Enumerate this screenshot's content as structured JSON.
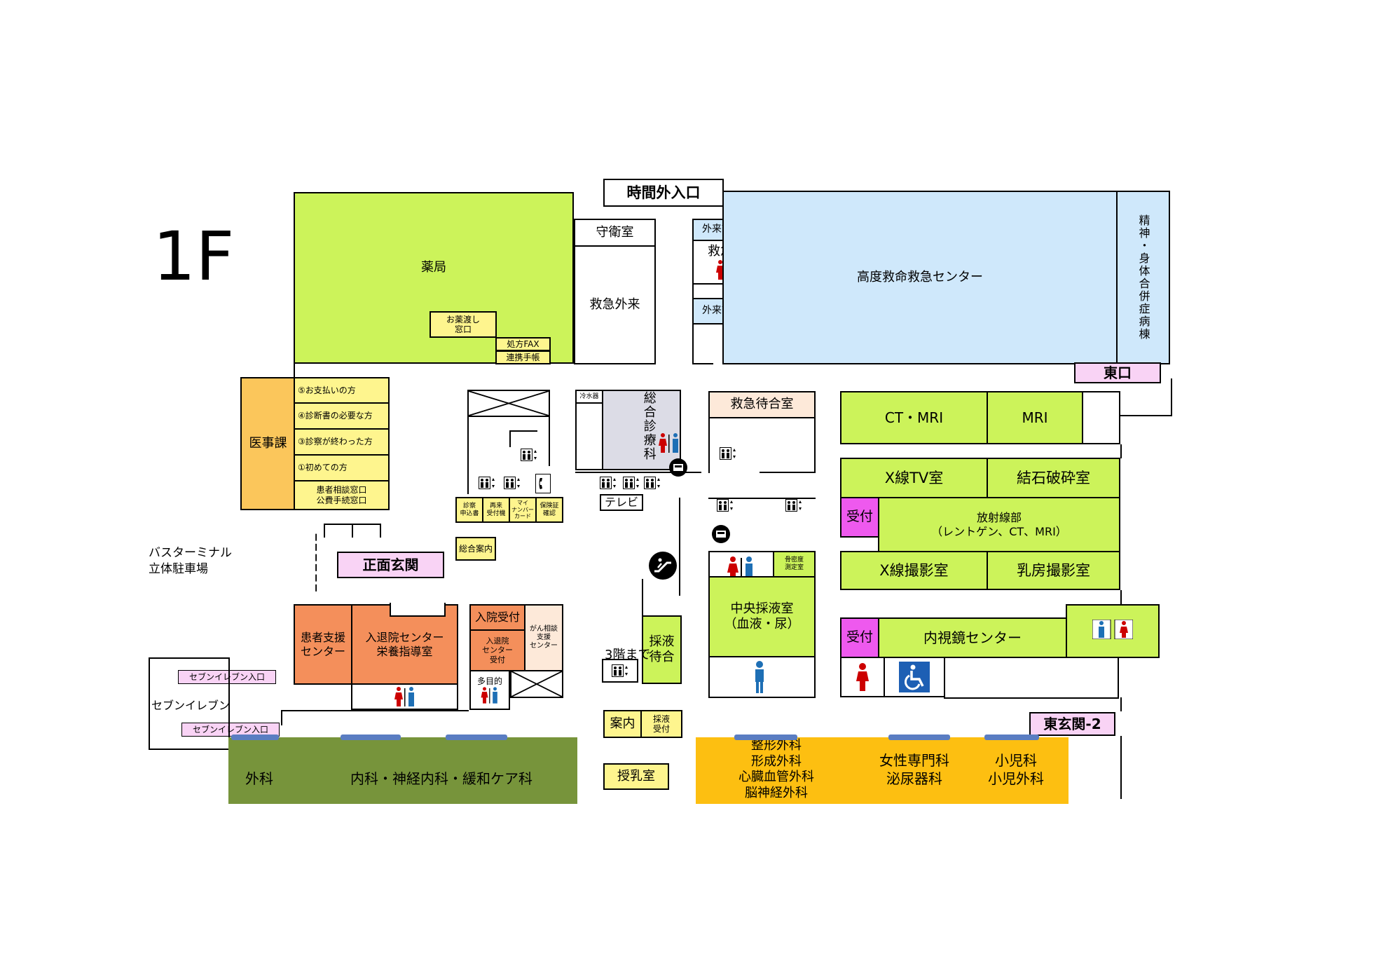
{
  "floor_label": "1F",
  "entrances": {
    "after_hours": "時間外入口",
    "main": "正面玄関",
    "east": "東口",
    "east2": "東玄関-2",
    "seven_entry_1": "セブンイレブン入口",
    "seven_entry_2": "セブンイレブン入口"
  },
  "rooms": {
    "pharmacy": "薬局",
    "medicine_window": "お薬渡し\n窓口",
    "rx_fax": "処方FAX",
    "liaison_book": "連携手帳",
    "security": "守衛室",
    "er_outpatient": "救急外来",
    "exam_room_1": "外来診察室",
    "emergency_use": "救急用",
    "exam_room_2": "外来診察室",
    "advanced_emergency": "高度救命救急センター",
    "psych_ward": "精神・身体合併症病棟",
    "medical_affairs": "医事課",
    "desk_5": "⑤お支払いの方",
    "desk_4": "④診断書の必要な方",
    "desk_3": "③診察が終わった方",
    "desk_1": "①初めての方",
    "consult_window": "患者相談窓口\n公費手続窓口",
    "water_cooler": "冷水器",
    "general_medicine": "総合診療科",
    "tv": "テレビ",
    "kiosk_1": "診察\n申込書",
    "kiosk_2": "再来\n受付機",
    "kiosk_3": "マイ\nナンバー\nカード",
    "kiosk_4": "保険証\n確認",
    "info_center": "総合案内",
    "er_waiting": "救急待合室",
    "ct_mri": "CT・MRI",
    "mri": "MRI",
    "xray_tv": "X線TV室",
    "lithotripsy": "結石破砕室",
    "reception_1": "受付",
    "radiology": "放射線部\n（レントゲン、CT、MRI）",
    "xray": "X線撮影室",
    "mammography": "乳房撮影室",
    "bone_density": "骨密度\n測定室",
    "blood_collection": "中央採液室\n（血液・尿）",
    "reception_2": "受付",
    "endoscopy": "内視鏡センター",
    "bus_parking": "バスターミナル\n立体駐車場",
    "patient_support": "患者支援\nセンター",
    "admission_center": "入退院センター\n栄養指導室",
    "admission_reception": "入院受付",
    "admission_center_reception": "入退院\nセンター\n受付",
    "cancer_support": "がん相談\n支援\nセンター",
    "multipurpose": "多目的",
    "to_3f": "3階まで",
    "collection_waiting": "採液\n待合",
    "seven_eleven": "セブンイレブン",
    "guide": "案内",
    "collection_reception": "採液\n受付",
    "nursing_room": "授乳室",
    "surgery": "外科",
    "internal_med": "内科・神経内科・緩和ケア科",
    "ortho_group": "整形外科\n形成外科\n心臓血管外科\n脳神経外科",
    "women_urology": "女性専門科\n泌尿器科",
    "pediatrics": "小児科\n小児外科"
  },
  "icons": [
    "restroom-icon",
    "elevator-icon",
    "phone-icon",
    "escalator-icon",
    "wheelchair-icon",
    "atm-icon",
    "male-icon",
    "female-icon"
  ],
  "colors": {
    "lime": "#ccf35a",
    "blue": "#cfe8fb",
    "yellow": "#fef58e",
    "orange": "#f48f5b",
    "gold": "#fbc65b",
    "pink": "#f9d3f5",
    "magenta": "#ee59ee",
    "olive": "#77943b",
    "amber": "#fdbf11"
  }
}
